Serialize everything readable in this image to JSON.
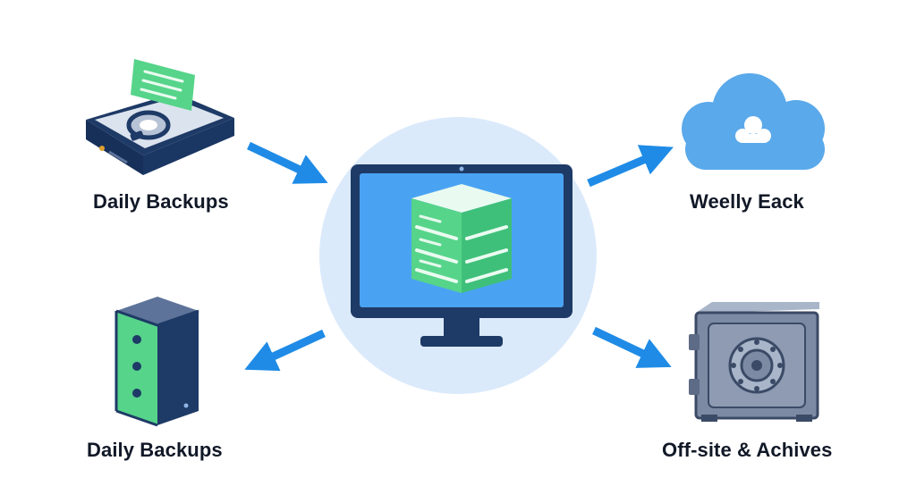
{
  "labels": {
    "top_left": "Daily Backups",
    "bottom_left": "Daily Backups",
    "top_right": "Weelly Eack",
    "bottom_right": "Off-site & Achives"
  },
  "colors": {
    "primary_blue": "#1f8be6",
    "navy": "#1e3a66",
    "screen_blue": "#4aa3f2",
    "green": "#56d48a",
    "cloud_blue": "#5aa9ea",
    "halo": "#dbeafb",
    "vault_gray": "#7d8aa3"
  },
  "icons": {
    "center": "monitor-database-icon",
    "top_left": "hard-drive-icon",
    "bottom_left": "server-tower-icon",
    "top_right": "cloud-icon",
    "bottom_right": "vault-safe-icon"
  }
}
